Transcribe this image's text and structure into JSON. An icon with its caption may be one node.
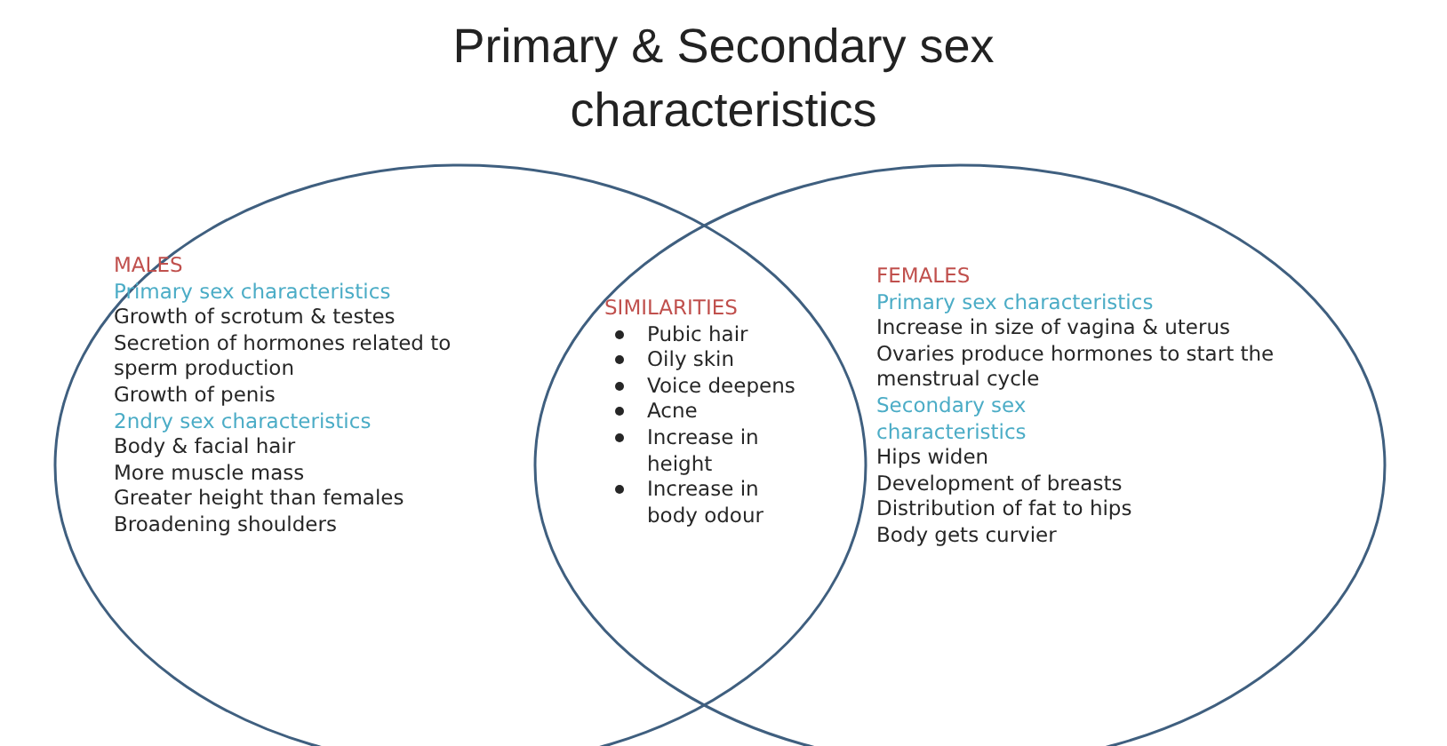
{
  "diagram": {
    "title": "Primary & Secondary sex characteristics",
    "nodes": [
      {
        "text": [
          "MALES",
          "Primary sex characteristics",
          "Growth of scrotum & testes",
          "Secretion of hormones related to sperm production",
          "Growth of penis",
          "2ndry sex characteristics",
          "Body & facial hair",
          "More muscle mass",
          "Greater height than females",
          "Broadening shoulders"
        ]
      },
      {
        "text": [
          "FEMALES",
          "Primary sex characteristics",
          "Increase in size of vagina & uterus",
          "Ovaries produce hormones to start the menstrual cycle",
          "Secondary sex characteristics",
          "Hips widen",
          "Development of breasts",
          "Distribution of fat to hips",
          "Body gets curvier"
        ]
      }
    ],
    "edges": [],
    "labels": [
      "SIMILARITIES",
      "Pubic hair",
      "Oily skin",
      "Voice deepens",
      "Acne",
      "Increase in height",
      "Increase in body odour"
    ]
  }
}
